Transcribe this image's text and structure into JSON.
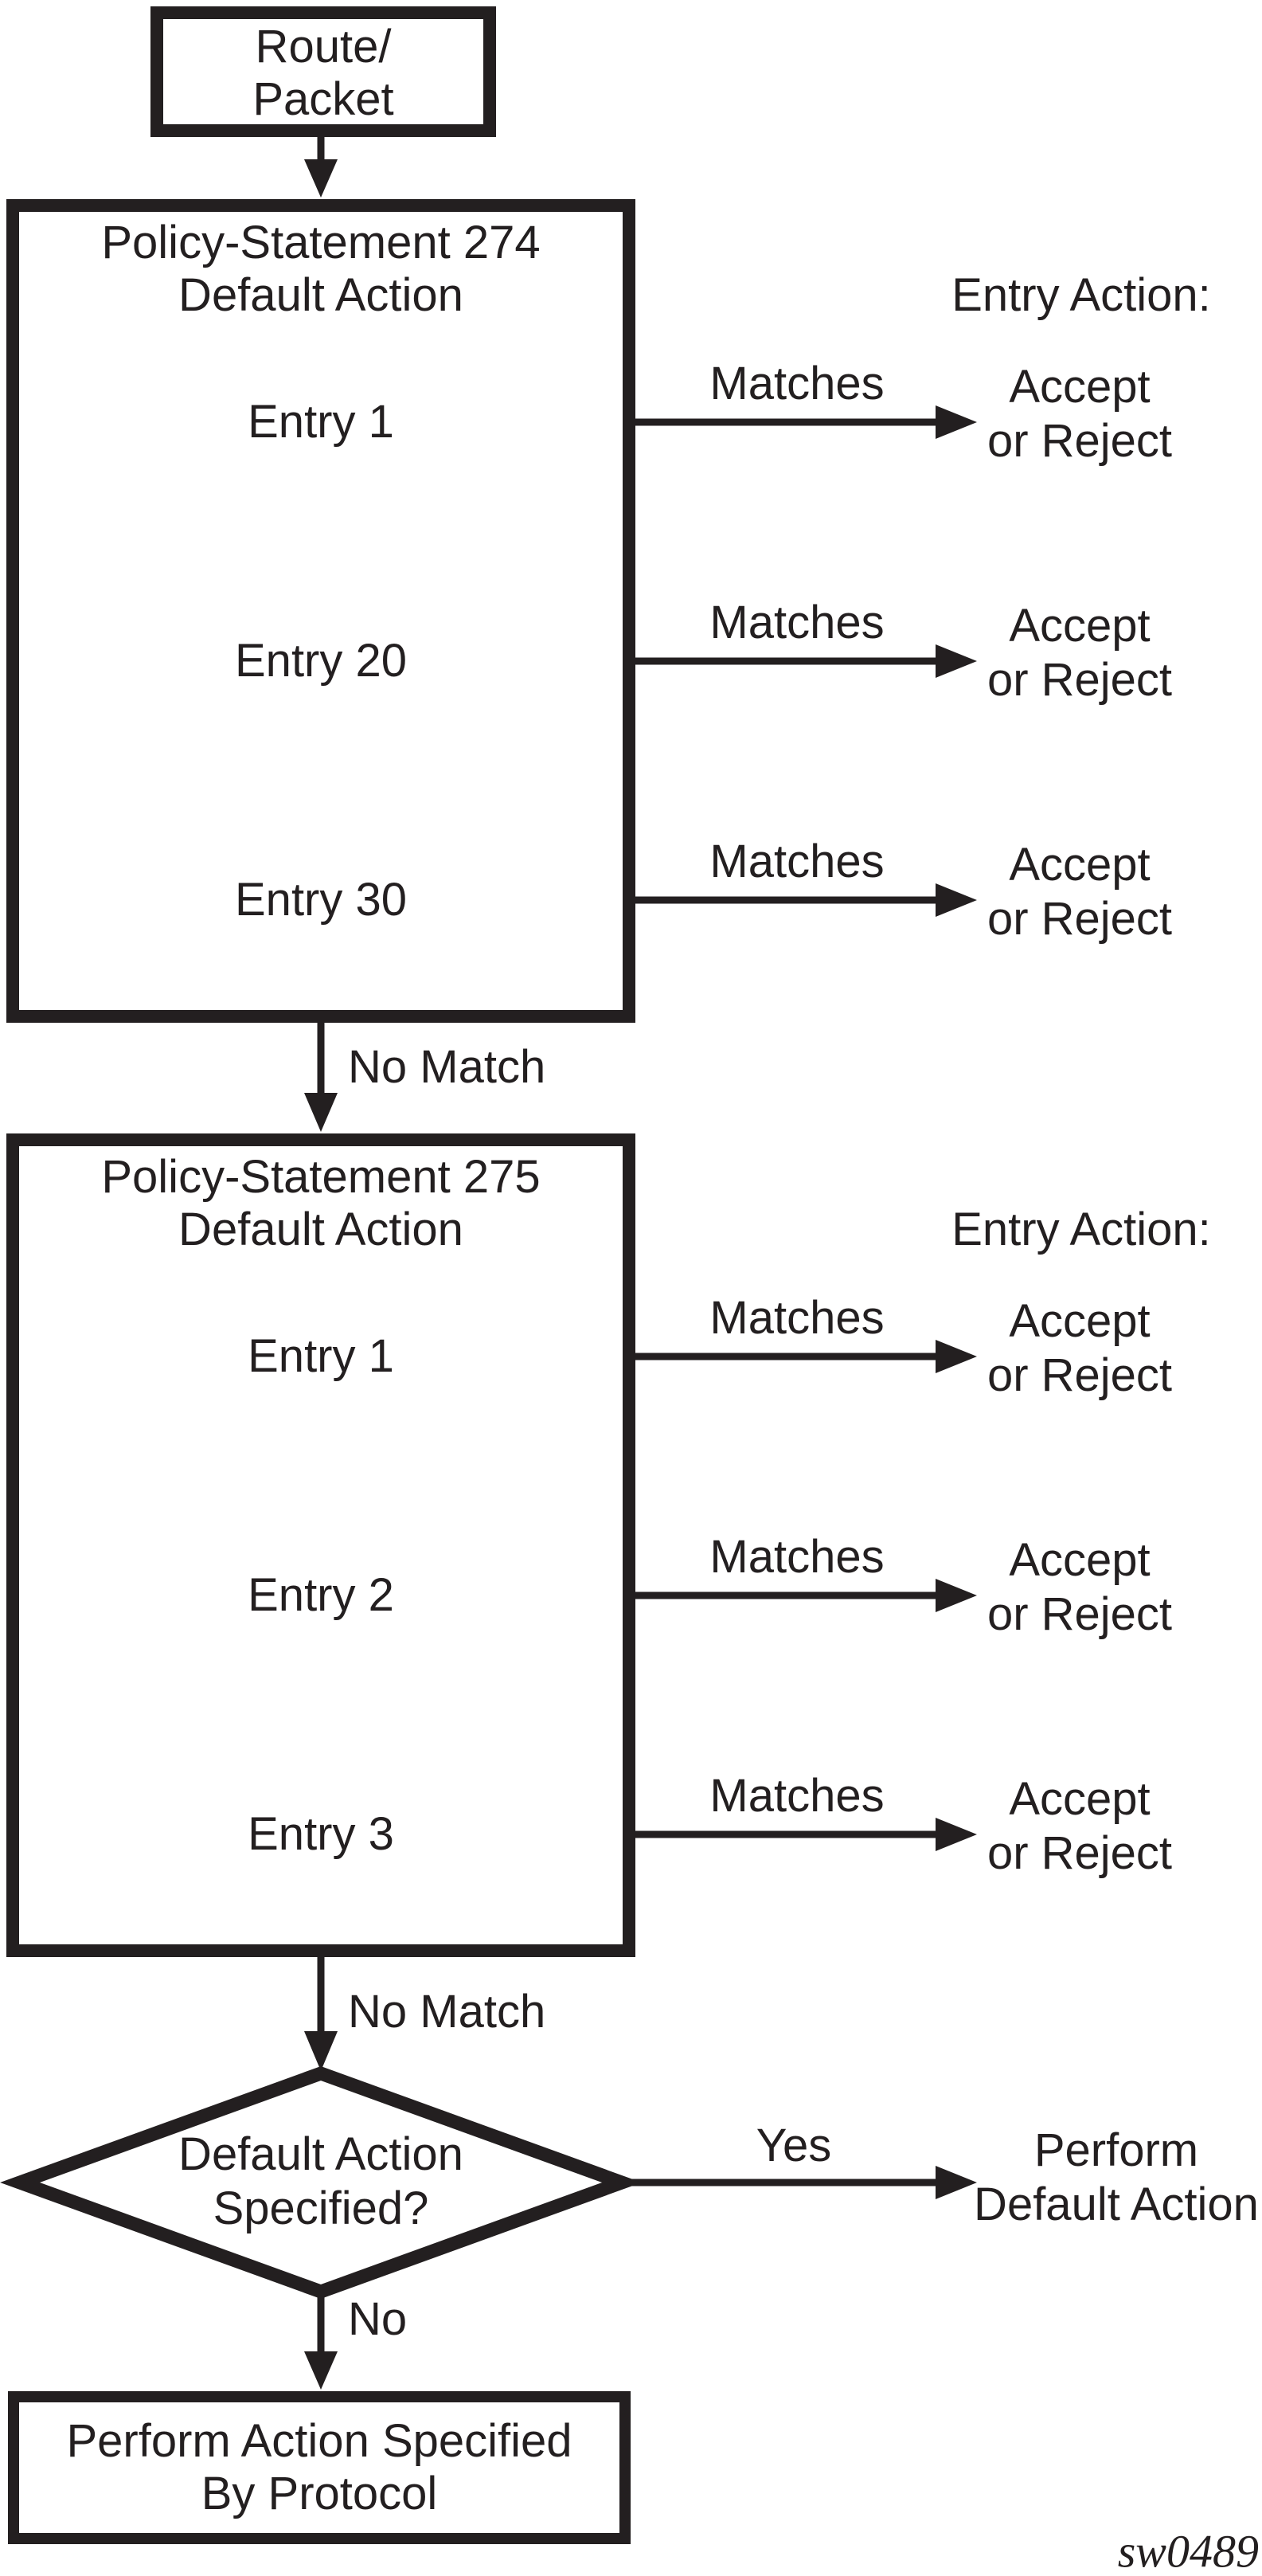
{
  "page": {
    "background": "#ffffff",
    "ink_color": "#231f20",
    "watermark": "sw0489"
  },
  "flow": {
    "start": {
      "line1": "Route/",
      "line2": "Packet"
    },
    "blocks": [
      {
        "title_line1": "Policy-Statement 274",
        "title_line2": "Default Action",
        "entry_action_heading": "Entry Action:",
        "entries": [
          {
            "name": "Entry 1",
            "match": "Matches",
            "action_line1": "Accept",
            "action_line2": "or Reject"
          },
          {
            "name": "Entry 20",
            "match": "Matches",
            "action_line1": "Accept",
            "action_line2": "or Reject"
          },
          {
            "name": "Entry 30",
            "match": "Matches",
            "action_line1": "Accept",
            "action_line2": "or Reject"
          }
        ],
        "no_match": "No Match"
      },
      {
        "title_line1": "Policy-Statement 275",
        "title_line2": "Default Action",
        "entry_action_heading": "Entry Action:",
        "entries": [
          {
            "name": "Entry 1",
            "match": "Matches",
            "action_line1": "Accept",
            "action_line2": "or Reject"
          },
          {
            "name": "Entry 2",
            "match": "Matches",
            "action_line1": "Accept",
            "action_line2": "or Reject"
          },
          {
            "name": "Entry 3",
            "match": "Matches",
            "action_line1": "Accept",
            "action_line2": "or Reject"
          }
        ],
        "no_match": "No Match"
      }
    ],
    "decision": {
      "line1": "Default Action",
      "line2": "Specified?",
      "yes": "Yes",
      "yes_result_line1": "Perform",
      "yes_result_line2": "Default Action",
      "no": "No"
    },
    "end": {
      "line1": "Perform Action Specified",
      "line2": "By Protocol"
    }
  }
}
